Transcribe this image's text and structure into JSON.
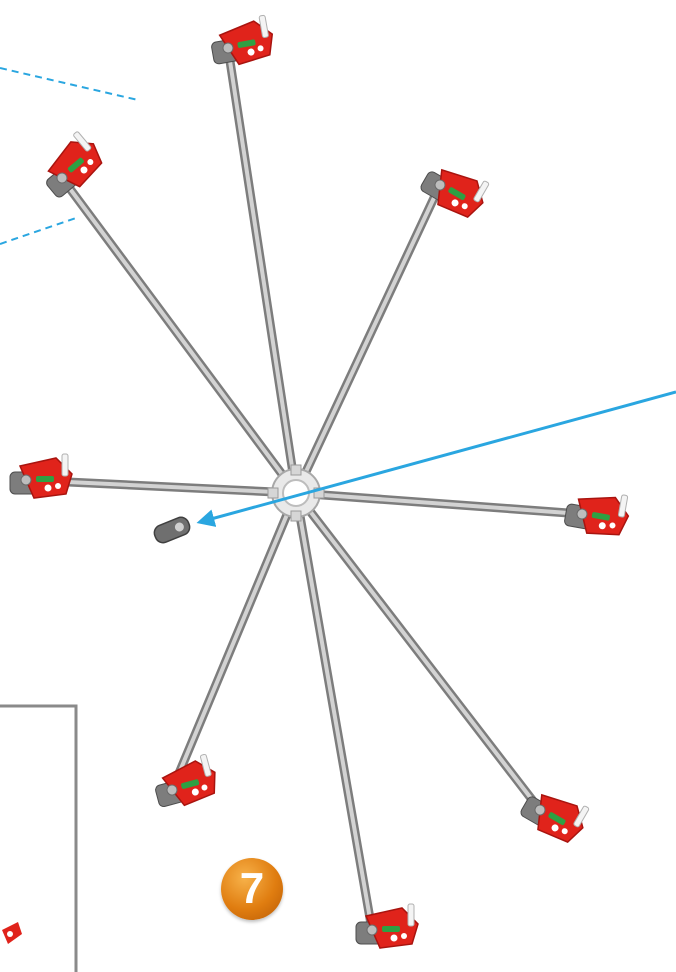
{
  "step": {
    "number": "7"
  },
  "colors": {
    "rod": "#9a9a9a",
    "rod_highlight": "#cfcfcf",
    "connector_red": "#e0231b",
    "connector_red_dark": "#a9140f",
    "connector_gray": "#7d7d7d",
    "connector_green": "#2ea043",
    "callout_line": "#2aa6e0",
    "step_badge": "#e07d10"
  },
  "parts": {
    "hub": "hub-connector",
    "arm_count": 8,
    "loose_part": "gray-clip-part"
  },
  "icons": [
    "arrow-pointer",
    "dashed-callout-lines",
    "inset-frame"
  ]
}
